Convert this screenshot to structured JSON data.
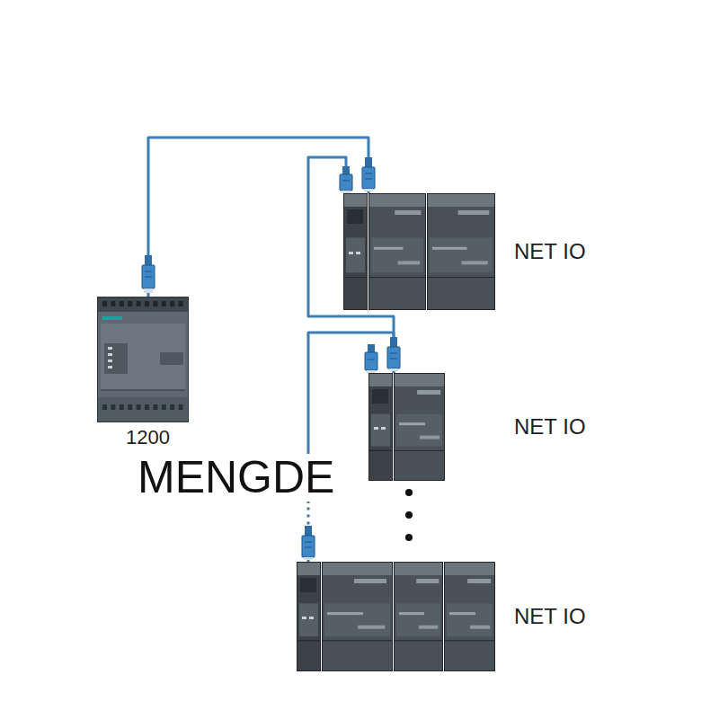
{
  "diagram": {
    "nodes": [
      {
        "text": [
          "1200"
        ]
      },
      {
        "text": [
          "NET IO"
        ]
      },
      {
        "text": [
          "NET IO"
        ]
      },
      {
        "text": [
          "NET IO"
        ]
      }
    ],
    "edges": [
      {
        "from": 0,
        "to": 1,
        "arrow": "none"
      },
      {
        "from": 1,
        "to": 2,
        "arrow": "none"
      },
      {
        "from": 2,
        "to": 3,
        "arrow": "none"
      }
    ],
    "labels": [
      "MENGDE"
    ]
  }
}
